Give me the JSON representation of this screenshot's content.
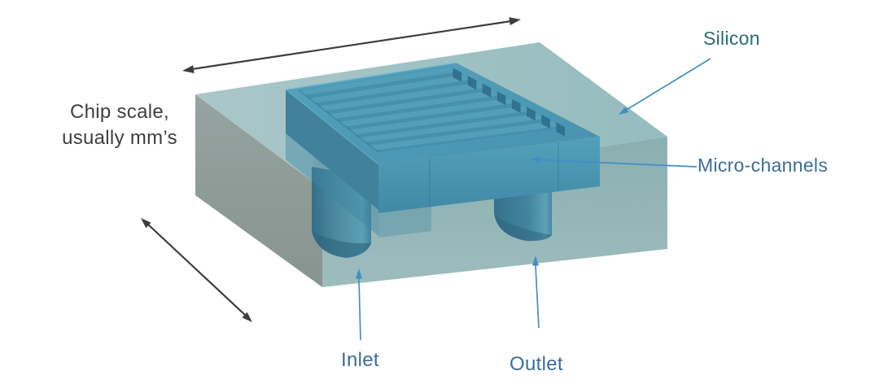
{
  "figure": {
    "labels": {
      "chip_scale": {
        "line1": "Chip scale,",
        "line2": "usually mm’s",
        "color": "#3f3f3f"
      },
      "silicon": {
        "text": "Silicon",
        "color": "#2a6b77"
      },
      "micro_channels": {
        "text": "Micro-channels",
        "color": "#3b6e96"
      },
      "inlet": {
        "text": "Inlet",
        "color": "#3b6e96"
      },
      "outlet": {
        "text": "Outlet",
        "color": "#3b6e96"
      }
    },
    "colors": {
      "background": "#ffffff",
      "annotation_arrow_blue": "#418fc6",
      "dimension_arrow_dark": "#3d3d3d",
      "silicon_top": "#a0c2c4",
      "silicon_front": "#94b5b6",
      "silicon_left": "#8d9c99",
      "channel_top_frame": "#4d99b5",
      "channel_groove": "#4690ad",
      "channel_ridge": "#539fba",
      "channel_left_face": "#41819b",
      "channel_front_face": "#4c97b2",
      "cylinder_dark": "#2b6b88",
      "cylinder_light": "#559eb6"
    }
  }
}
